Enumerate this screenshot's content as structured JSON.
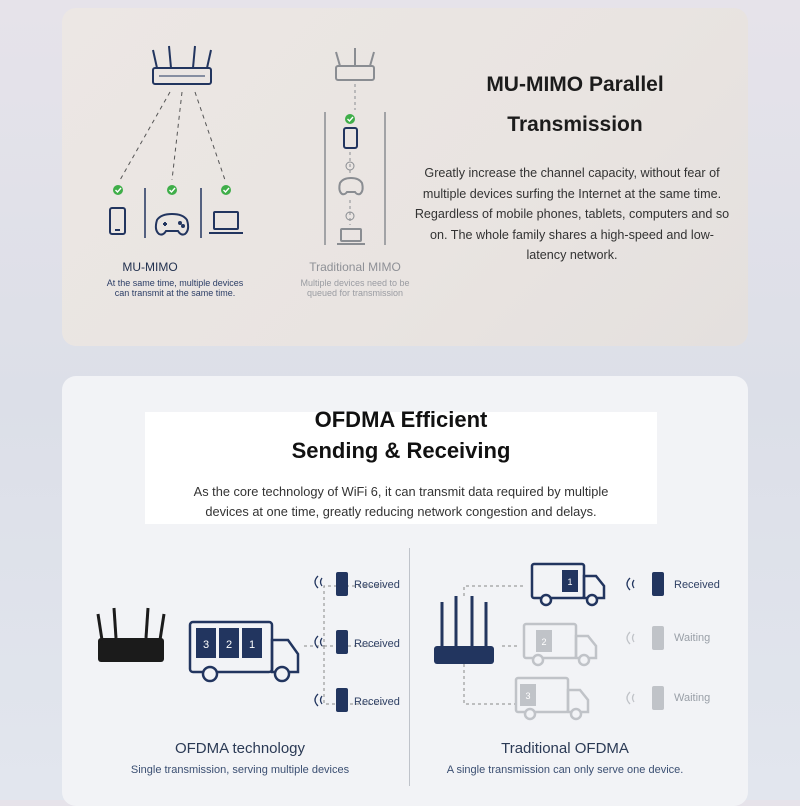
{
  "mumimo": {
    "title_line1": "MU-MIMO Parallel",
    "title_line2": "Transmission",
    "description": "Greatly increase the channel capacity, without fear of multiple devices surfing the Internet at the same time. Regardless of mobile phones, tablets, computers and so on. The whole family shares a high-speed and low-latency network.",
    "left_diagram": {
      "label": "MU-MIMO",
      "sub_line1": "At the same time, multiple devices",
      "sub_line2": "can transmit at the same time."
    },
    "right_diagram": {
      "label": "Traditional MIMO",
      "sub_line1": "Multiple devices need to be",
      "sub_line2": "queued for transmission"
    }
  },
  "ofdma": {
    "title_line1": "OFDMA Efficient",
    "title_line2": "Sending & Receiving",
    "desc_line1": "As the core technology of WiFi 6, it can transmit data required by multiple",
    "desc_line2": "devices at one time, greatly reducing network congestion and delays.",
    "left": {
      "truck_numbers": [
        "3",
        "2",
        "1"
      ],
      "statuses": [
        "Received",
        "Received",
        "Received"
      ],
      "caption": "OFDMA technology",
      "subcaption": "Single transmission, serving multiple devices"
    },
    "right": {
      "truck_numbers": [
        "1",
        "2",
        "3"
      ],
      "statuses": [
        "Received",
        "Waiting",
        "Waiting"
      ],
      "caption": "Traditional OFDMA",
      "subcaption": "A single transmission can only serve one device."
    }
  },
  "colors": {
    "navy": "#22355f",
    "check_green": "#3fae49",
    "gray": "#b3b6bb"
  }
}
